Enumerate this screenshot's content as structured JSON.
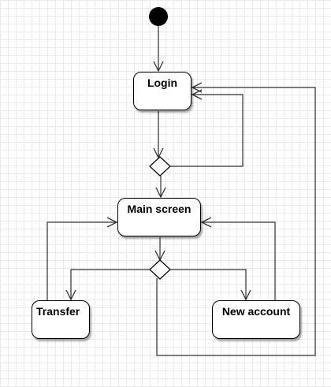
{
  "diagram": {
    "nodes": {
      "login": "Login",
      "main_screen": "Main screen",
      "transfer": "Transfer",
      "new_account": "New account"
    },
    "colors": {
      "stroke": "#000000",
      "node_fill": "#ffffff",
      "grid": "#ebebeb"
    }
  }
}
